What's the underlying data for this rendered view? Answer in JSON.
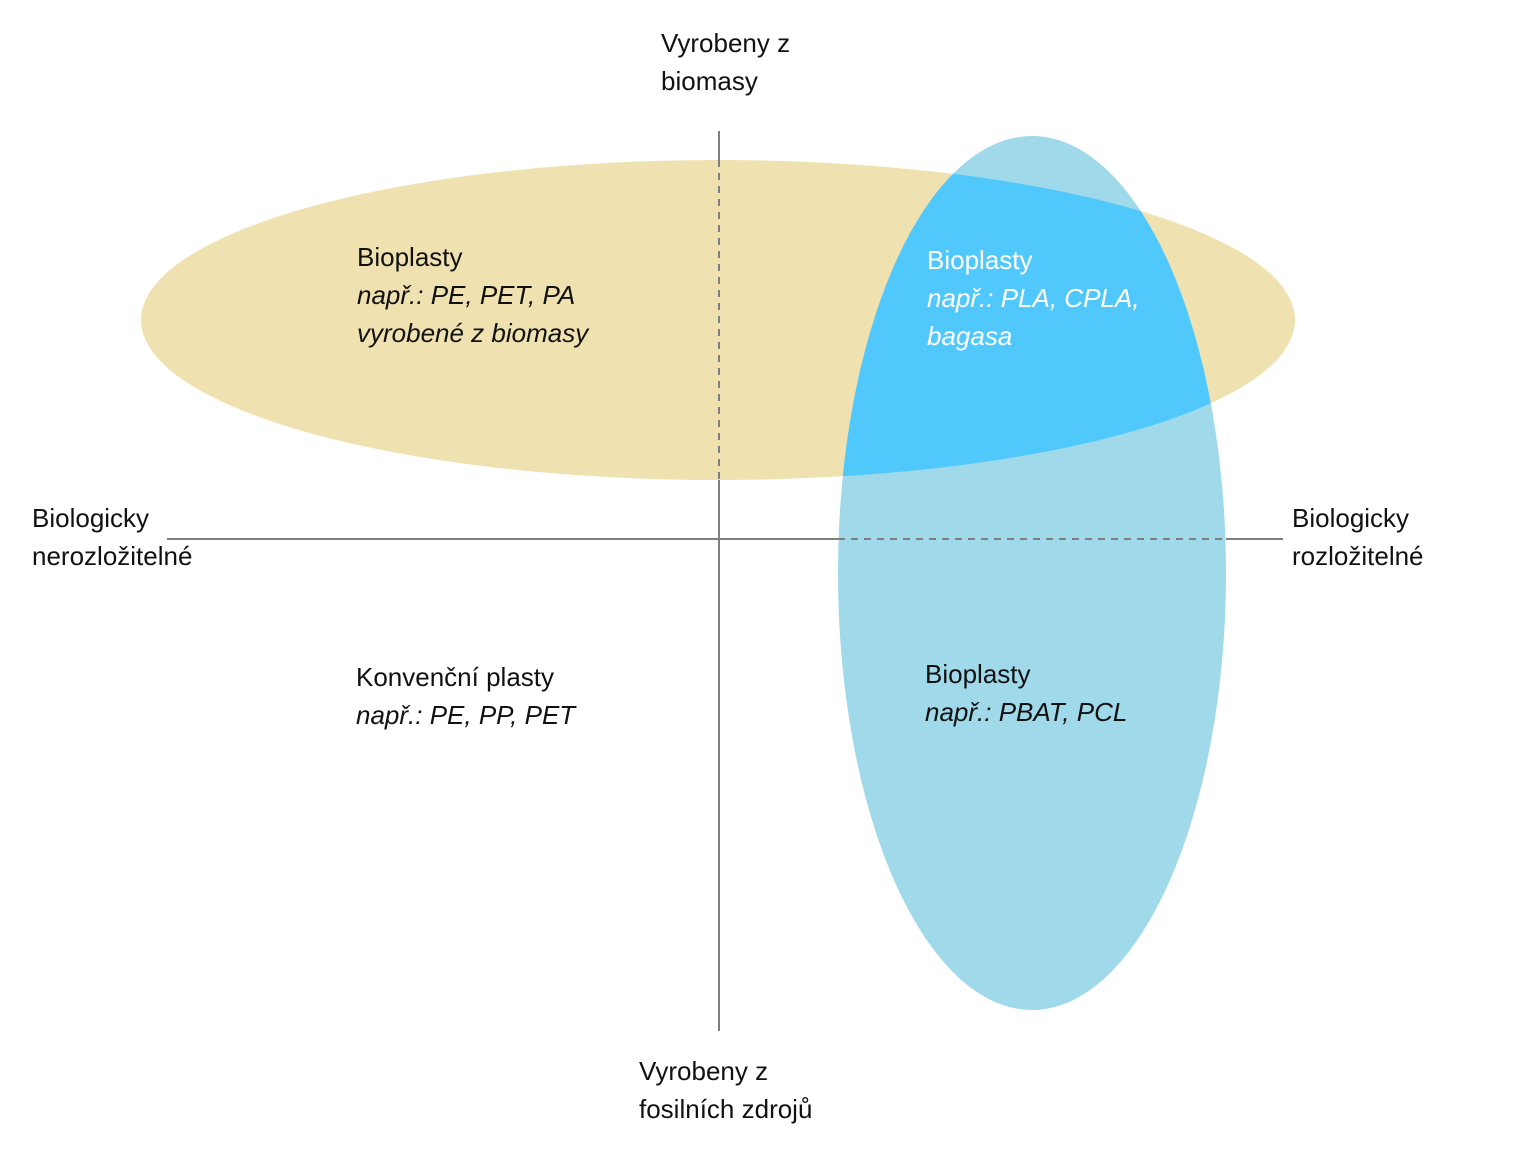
{
  "axes": {
    "top": [
      "Vyrobeny z",
      "biomasy"
    ],
    "bottom": [
      "Vyrobeny z",
      "fosilních zdrojů"
    ],
    "left": [
      "Biologicky",
      "nerozložitelné"
    ],
    "right": [
      "Biologicky",
      "rozložitelné"
    ]
  },
  "regions": {
    "bio_based_non_degradable": {
      "title": "Bioplasty",
      "examples": [
        "např.: PE, PET, PA",
        "vyrobené z biomasy"
      ]
    },
    "bio_based_degradable": {
      "title": "Bioplasty",
      "examples": [
        "např.: PLA, CPLA,",
        "bagasa"
      ]
    },
    "fossil_degradable": {
      "title": "Bioplasty",
      "examples": [
        "např.: PBAT, PCL"
      ]
    },
    "conventional": {
      "title": "Konvenční plasty",
      "examples": [
        "např.: PE, PP, PET"
      ]
    }
  },
  "colors": {
    "tan_ellipse": "#f0e2b0",
    "blue_ellipse": "#9fd9ea",
    "overlap": "#51c8fc",
    "axis": "#7f7f7f"
  }
}
